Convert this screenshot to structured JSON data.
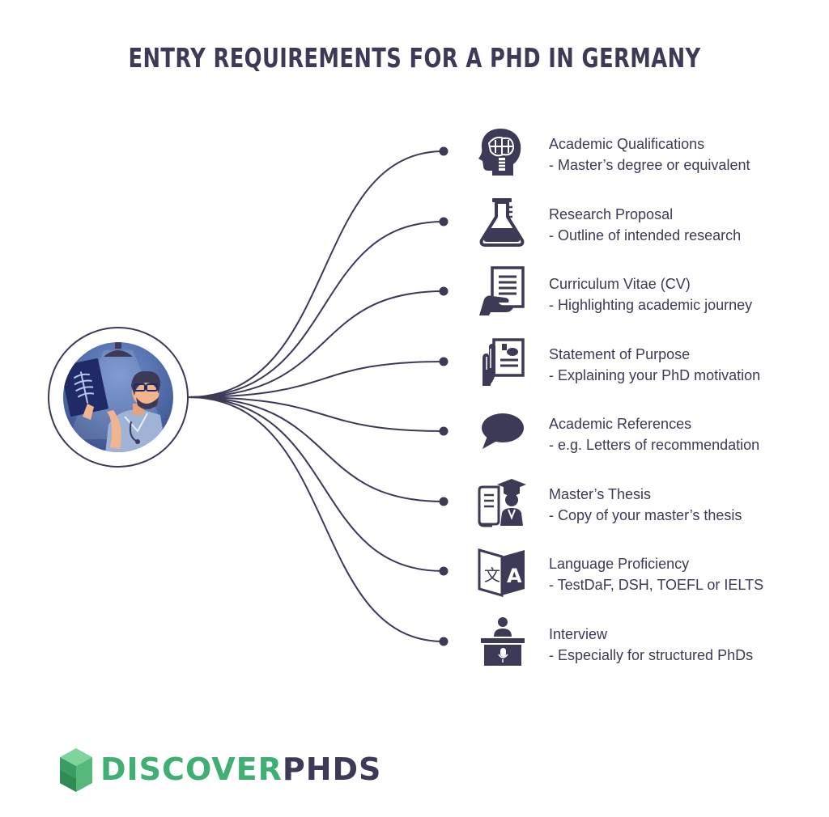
{
  "title": "ENTRY REQUIREMENTS FOR A PHD IN GERMANY",
  "hub_icon": "doctor-xray-icon",
  "items": [
    {
      "icon": "brain-head-icon",
      "title": "Academic Qualifications",
      "detail": "- Master’s degree or equivalent"
    },
    {
      "icon": "flask-icon",
      "title": "Research Proposal",
      "detail": "- Outline of intended research"
    },
    {
      "icon": "document-hand-icon",
      "title": "Curriculum Vitae (CV)",
      "detail": "- Highlighting academic journey"
    },
    {
      "icon": "raised-hand-document-icon",
      "title": "Statement of Purpose",
      "detail": "- Explaining your PhD motivation"
    },
    {
      "icon": "speech-bubble-icon",
      "title": "Academic References",
      "detail": "- e.g. Letters of recommendation"
    },
    {
      "icon": "graduate-scroll-icon",
      "title": "Master’s Thesis",
      "detail": "- Copy of your master’s thesis"
    },
    {
      "icon": "translation-book-icon",
      "title": "Language Proficiency",
      "detail": "- TestDaF, DSH, TOEFL or IELTS"
    },
    {
      "icon": "interview-desk-icon",
      "title": "Interview",
      "detail": "- Especially for structured PhDs"
    }
  ],
  "logo": {
    "part1": "DISCOVER",
    "part2": "PHDS"
  },
  "colors": {
    "ink": "#3c3a56",
    "brand_green": "#3faf73",
    "hub_blue": "#4c6ca8"
  }
}
